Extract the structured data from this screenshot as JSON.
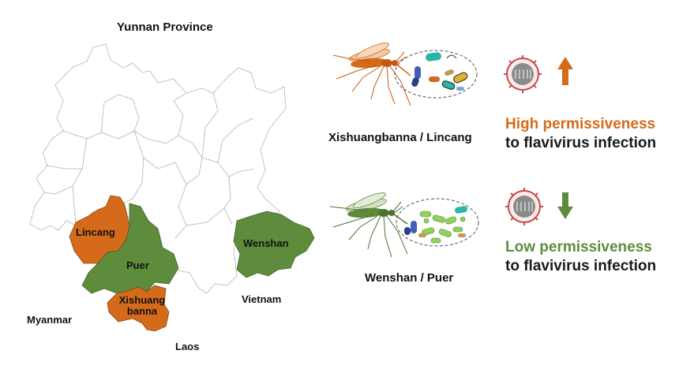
{
  "map": {
    "title": "Yunnan Province",
    "countries": {
      "myanmar": "Myanmar",
      "laos": "Laos",
      "vietnam": "Vietnam"
    },
    "regions": {
      "lincang": "Lincang",
      "puer": "Puer",
      "xishuangbanna_1": "Xishuang",
      "xishuangbanna_2": "banna",
      "wenshan": "Wenshan"
    }
  },
  "groups": [
    {
      "caption": "Xishuangbanna / Lincang",
      "perm_line1": "High permissiveness",
      "perm_line2": "to flavivirus infection",
      "trend": "up"
    },
    {
      "caption": "Wenshan / Puer",
      "perm_line1": "Low permissiveness",
      "perm_line2": "to flavivirus infection",
      "trend": "down"
    }
  ],
  "colors": {
    "high": "#d46a1a",
    "low": "#5e8c3c",
    "virus": "#c44a4a",
    "outline": "#9a9a9a"
  },
  "icons": [
    "mosquito-icon",
    "microbiota-icon",
    "virus-icon",
    "arrow-up-icon",
    "arrow-down-icon"
  ]
}
